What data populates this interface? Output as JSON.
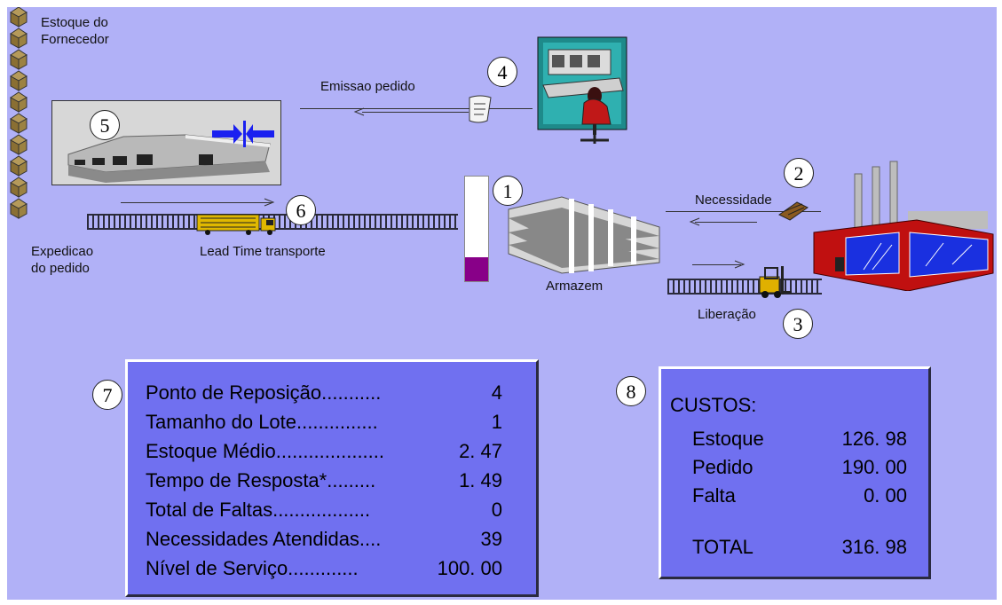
{
  "labels": {
    "supplier_stock": "Estoque do\nFornecedor",
    "order_emission": "Emissao pedido",
    "need": "Necessidade",
    "release": "Liberação",
    "order_dispatch": "Expedicao\ndo pedido",
    "transport_lead_time": "Lead Time transporte",
    "warehouse": "Armazem"
  },
  "badges": [
    "1",
    "2",
    "3",
    "4",
    "5",
    "6",
    "7",
    "8"
  ],
  "stats": {
    "rows": [
      {
        "label": "Ponto de Reposição...........",
        "value": "4"
      },
      {
        "label": "Tamanho do Lote...............",
        "value": "1"
      },
      {
        "label": "Estoque Médio....................",
        "value": "2. 47"
      },
      {
        "label": "Tempo de Resposta*.........",
        "value": "1. 49"
      },
      {
        "label": "Total de Faltas..................",
        "value": "0"
      },
      {
        "label": "Necessidades Atendidas....",
        "value": "39"
      },
      {
        "label": "Nível de Serviço.............",
        "value": "100. 00"
      }
    ]
  },
  "costs": {
    "title": "CUSTOS:",
    "rows": [
      {
        "label": "Estoque",
        "value": "126. 98"
      },
      {
        "label": "Pedido",
        "value": "190. 00"
      },
      {
        "label": "Falta",
        "value": "0. 00"
      }
    ],
    "total_label": "TOTAL",
    "total_value": "316. 98"
  },
  "inventory_level_fraction": 0.23,
  "colors": {
    "background": "#b1b1f7",
    "panel": "#7070f0",
    "inventory_fill": "#880088",
    "factory_red": "#c01010",
    "factory_glass": "#1a30e0"
  },
  "icons": [
    "supplier-boxes-icon",
    "office-worker-icon",
    "order-document-icon",
    "supplier-building-icon",
    "inbound-arrow-icon",
    "truck-icon",
    "warehouse-icon",
    "pallet-icon",
    "forklift-icon",
    "factory-icon"
  ]
}
